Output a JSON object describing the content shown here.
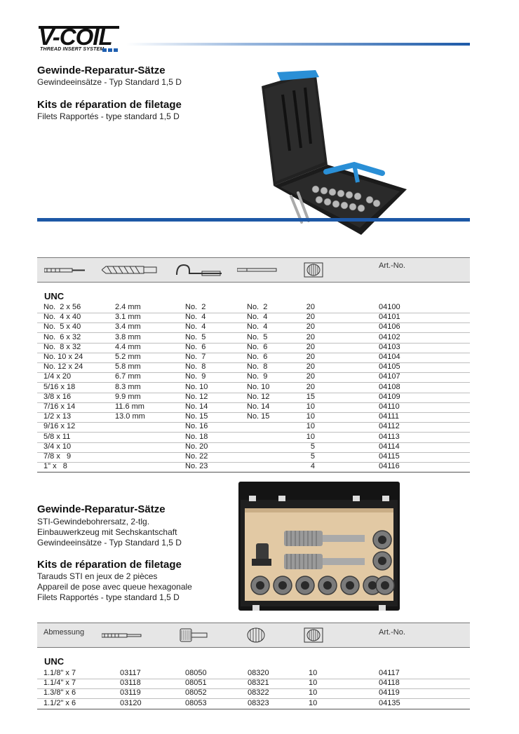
{
  "logo": {
    "brand": "V-COIL",
    "tagline": "THREAD INSERT SYSTEM"
  },
  "top": {
    "title_de": "Gewinde-Reparatur-Sätze",
    "sub_de": "Gewindeeinsätze - Typ Standard 1,5 D",
    "title_fr": "Kits de réparation de filetage",
    "sub_fr": "Filets Rapportés - type standard 1,5 D"
  },
  "table1": {
    "header_artno": "Art.-No.",
    "section": "UNC",
    "rows": [
      [
        "No.  2 x 56",
        "2.4 mm",
        "No.  2",
        "No.  2",
        "20",
        "04100"
      ],
      [
        "No.  4 x 40",
        "3.1 mm",
        "No.  4",
        "No.  4",
        "20",
        "04101"
      ],
      [
        "No.  5 x 40",
        "3.4 mm",
        "No.  4",
        "No.  4",
        "20",
        "04106"
      ],
      [
        "No.  6 x 32",
        "3.8 mm",
        "No.  5",
        "No.  5",
        "20",
        "04102"
      ],
      [
        "No.  8 x 32",
        "4.4 mm",
        "No.  6",
        "No.  6",
        "20",
        "04103"
      ],
      [
        "No. 10 x 24",
        "5.2 mm",
        "No.  7",
        "No.  6",
        "20",
        "04104"
      ],
      [
        "No. 12 x 24",
        "5.8 mm",
        "No.  8",
        "No.  8",
        "20",
        "04105"
      ],
      [
        "1/4 x 20",
        "6.7 mm",
        "No.  9",
        "No.  9",
        "20",
        "04107"
      ],
      [
        "5/16 x 18",
        "8.3 mm",
        "No. 10",
        "No. 10",
        "20",
        "04108"
      ],
      [
        "3/8 x 16",
        "9.9 mm",
        "No. 12",
        "No. 12",
        "15",
        "04109"
      ],
      [
        "7/16 x 14",
        "11.6 mm",
        "No. 14",
        "No. 14",
        "10",
        "04110"
      ],
      [
        "1/2 x 13",
        "13.0 mm",
        "No. 15",
        "No. 15",
        "10",
        "04111"
      ],
      [
        "9/16 x 12",
        "",
        "No. 16",
        "",
        "10",
        "04112"
      ],
      [
        "5/8 x 11",
        "",
        "No. 18",
        "",
        "10",
        "04113"
      ],
      [
        "3/4 x 10",
        "",
        "No. 20",
        "",
        "5",
        "04114"
      ],
      [
        "7/8 x   9",
        "",
        "No. 22",
        "",
        "5",
        "04115"
      ],
      [
        "1\" x   8",
        "",
        "No. 23",
        "",
        "4",
        "04116"
      ]
    ]
  },
  "middle": {
    "title_de": "Gewinde-Reparatur-Sätze",
    "lines_de": [
      "STI-Gewindebohrersatz,  2-tlg.",
      "Einbauwerkzeug mit Sechskantschaft",
      "Gewindeeinsätze - Typ Standard 1,5 D"
    ],
    "title_fr": "Kits de réparation de filetage",
    "lines_fr": [
      "Tarauds STI en jeux de 2 pièces",
      "Appareil de pose avec queue hexagonale",
      "Filets Rapportés - type standard 1,5 D"
    ]
  },
  "table2": {
    "header_abmessung": "Abmessung",
    "header_artno": "Art.-No.",
    "section": "UNC",
    "rows": [
      [
        "1.1/8\" x 7",
        "03117",
        "08050",
        "08320",
        "10",
        "04117"
      ],
      [
        "1.1/4\" x 7",
        "03118",
        "08051",
        "08321",
        "10",
        "04118"
      ],
      [
        "1.3/8\" x 6",
        "03119",
        "08052",
        "08322",
        "10",
        "04119"
      ],
      [
        "1.1/2\" x 6",
        "03120",
        "08053",
        "08323",
        "10",
        "04135"
      ]
    ]
  },
  "colors": {
    "brand_blue": "#1d58a6",
    "header_gray": "#e6e6e6",
    "case_black": "#1b1b1b",
    "accent_blue": "#2a8fd6"
  }
}
